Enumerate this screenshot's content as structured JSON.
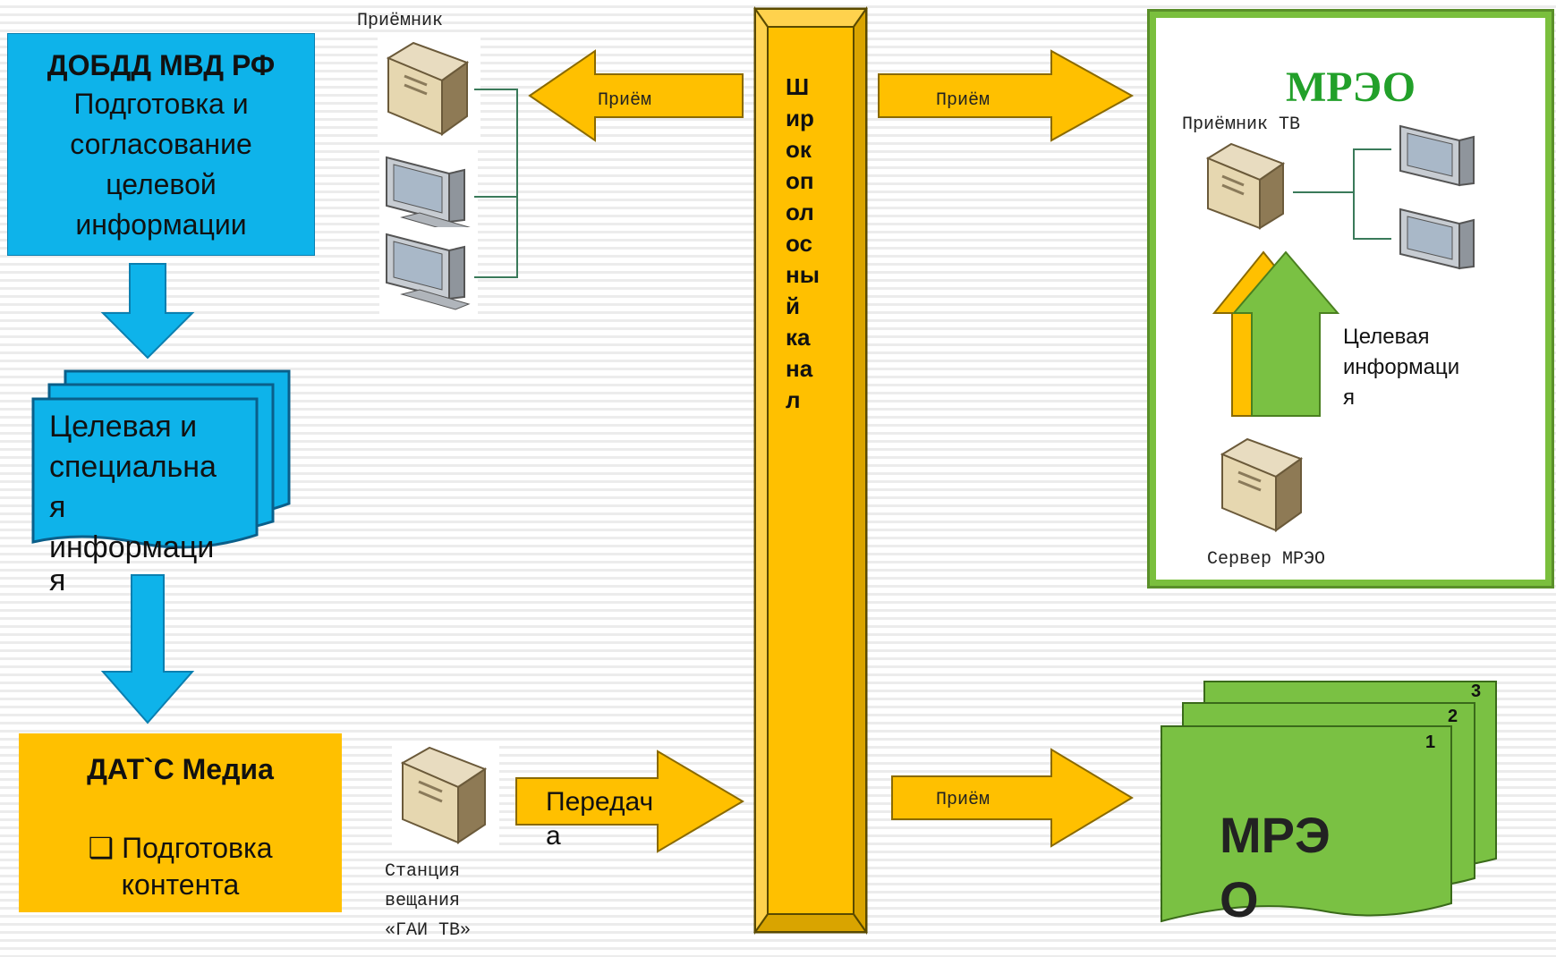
{
  "dobdd": {
    "title": "ДОБДД МВД РФ",
    "subtitle_lines": [
      "Подготовка  и",
      "согласование",
      "целевой",
      "информации"
    ]
  },
  "doc_stack": {
    "lines": [
      "Целевая и",
      "специальна",
      "я",
      "информаци",
      "я"
    ]
  },
  "dats": {
    "title": "ДАТ`С Медиа",
    "bullet_icon": "checkbox-bullet-icon",
    "line1": "❑ Подготовка",
    "line2": "контента"
  },
  "receiver_top": {
    "label": "Приёмник"
  },
  "arrow_top_left": {
    "label": "Приём"
  },
  "arrow_top_right": {
    "label": "Приём"
  },
  "arrow_bottom_right": {
    "label": "Приём"
  },
  "arrow_bottom_left": {
    "label_line1": "Передач",
    "label_line2": "а"
  },
  "broadcast_station": {
    "line1": "Станция",
    "line2": "вещания",
    "line3": "«ГАИ ТВ»"
  },
  "channel": {
    "lines": [
      "Ш",
      "ир",
      "ок",
      "оп",
      "ол",
      "ос",
      "ны",
      "й",
      "ка",
      "на",
      "л"
    ]
  },
  "mreo_box": {
    "title": "МРЭО",
    "receiver_label": "Приёмник ТВ",
    "target_info_lines": [
      "Целевая",
      "информаци",
      "я"
    ],
    "server_label": "Сервер МРЭО"
  },
  "mreo_docs": {
    "page_numbers": [
      "1",
      "2",
      "3"
    ],
    "title_line1": "МРЭ",
    "title_line2": "О"
  },
  "colors": {
    "blue": "#0eb3ea",
    "orange": "#ffc000",
    "green": "#7ac143",
    "dark_green": "#22a02a"
  }
}
